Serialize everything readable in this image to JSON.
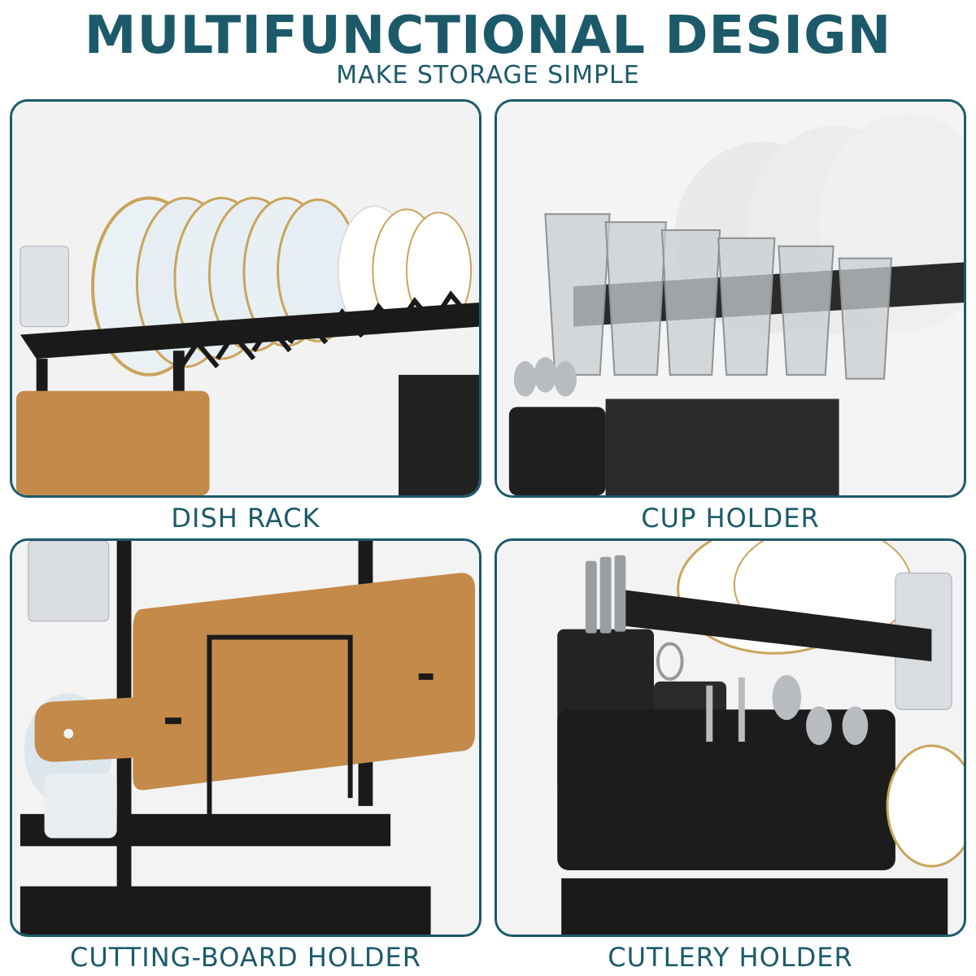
{
  "header": {
    "title": "MULTIFUNCTIONAL DESIGN",
    "subtitle": "MAKE STORAGE SIMPLE"
  },
  "panels": [
    {
      "caption": "DISH RACK",
      "image": "dish-rack-photo"
    },
    {
      "caption": "CUP HOLDER",
      "image": "cup-holder-photo"
    },
    {
      "caption": "CUTTING-BOARD HOLDER",
      "image": "cutting-board-holder-photo"
    },
    {
      "caption": "CUTLERY HOLDER",
      "image": "cutlery-holder-photo"
    }
  ],
  "colors": {
    "accent": "#1c5a6a",
    "rack": "#1a1a1a",
    "wood": "#c48a4a",
    "plate": "#eef3f6",
    "plate_rim": "#c9a45a"
  }
}
